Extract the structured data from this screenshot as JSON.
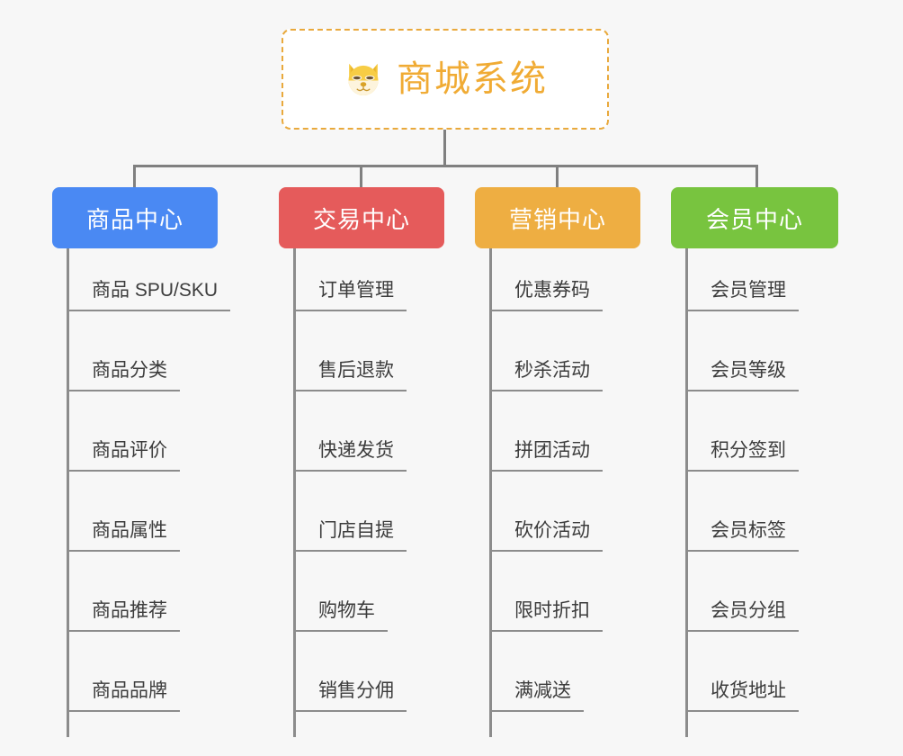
{
  "diagram": {
    "background_color": "#f7f7f7",
    "line_color": "#808080",
    "root": {
      "title": "商城系统",
      "icon": "shiba-dog-icon",
      "text_color": "#f0ab34",
      "border_color": "#e9a93c",
      "border_style": "dashed",
      "fill_color": "#ffffff"
    },
    "categories": [
      {
        "label": "商品中心",
        "color": "#4a89f3",
        "items": [
          "商品 SPU/SKU",
          "商品分类",
          "商品评价",
          "商品属性",
          "商品推荐",
          "商品品牌"
        ]
      },
      {
        "label": "交易中心",
        "color": "#e55b5b",
        "items": [
          "订单管理",
          "售后退款",
          "快递发货",
          "门店自提",
          "购物车",
          "销售分佣"
        ]
      },
      {
        "label": "营销中心",
        "color": "#eeae42",
        "items": [
          "优惠券码",
          "秒杀活动",
          "拼团活动",
          "砍价活动",
          "限时折扣",
          "满减送"
        ]
      },
      {
        "label": "会员中心",
        "color": "#78c43f",
        "items": [
          "会员管理",
          "会员等级",
          "积分签到",
          "会员标签",
          "会员分组",
          "收货地址"
        ]
      }
    ]
  }
}
